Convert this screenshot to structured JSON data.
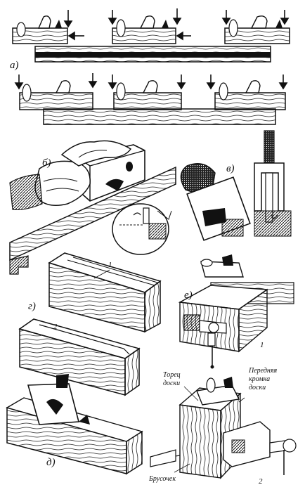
{
  "figure": {
    "panel_labels": {
      "a": "а)",
      "b": "б)",
      "v": "в)",
      "g": "г)",
      "d": "д)",
      "e": "е)"
    },
    "part_numbers": {
      "part_1_top": "1",
      "part_2": "2",
      "panel_e_1": "1",
      "panel_e_2": "2"
    },
    "annotations": {
      "board_end_line1": "Торец",
      "board_end_line2": "доски",
      "front_edge_line1": "Передняя",
      "front_edge_line2": "кромка",
      "front_edge_line3": "доски",
      "block": "Брусочек"
    }
  }
}
